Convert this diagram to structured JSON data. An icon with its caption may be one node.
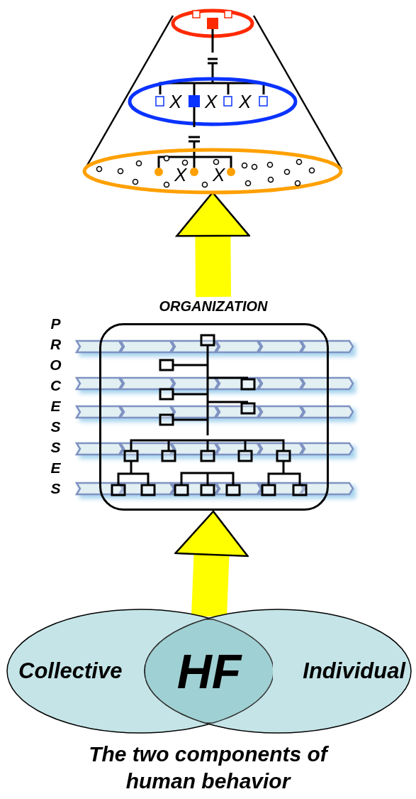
{
  "diagram": {
    "caption": "The two components of human behavior",
    "nodes": [
      {
        "text": [],
        "shape": "picture"
      },
      {
        "text": [
          "ORGANIZATION"
        ]
      },
      {
        "text": [
          "Collective"
        ]
      },
      {
        "text": [
          "Individual"
        ]
      },
      {
        "text": [
          "HF"
        ]
      }
    ],
    "edges": [
      {
        "from": 4,
        "to": 1,
        "arrow": "to"
      },
      {
        "from": 1,
        "to": 0,
        "arrow": "to"
      }
    ],
    "labels": [
      "X",
      "X",
      "X",
      "X",
      "X",
      "PROCESSES"
    ]
  }
}
